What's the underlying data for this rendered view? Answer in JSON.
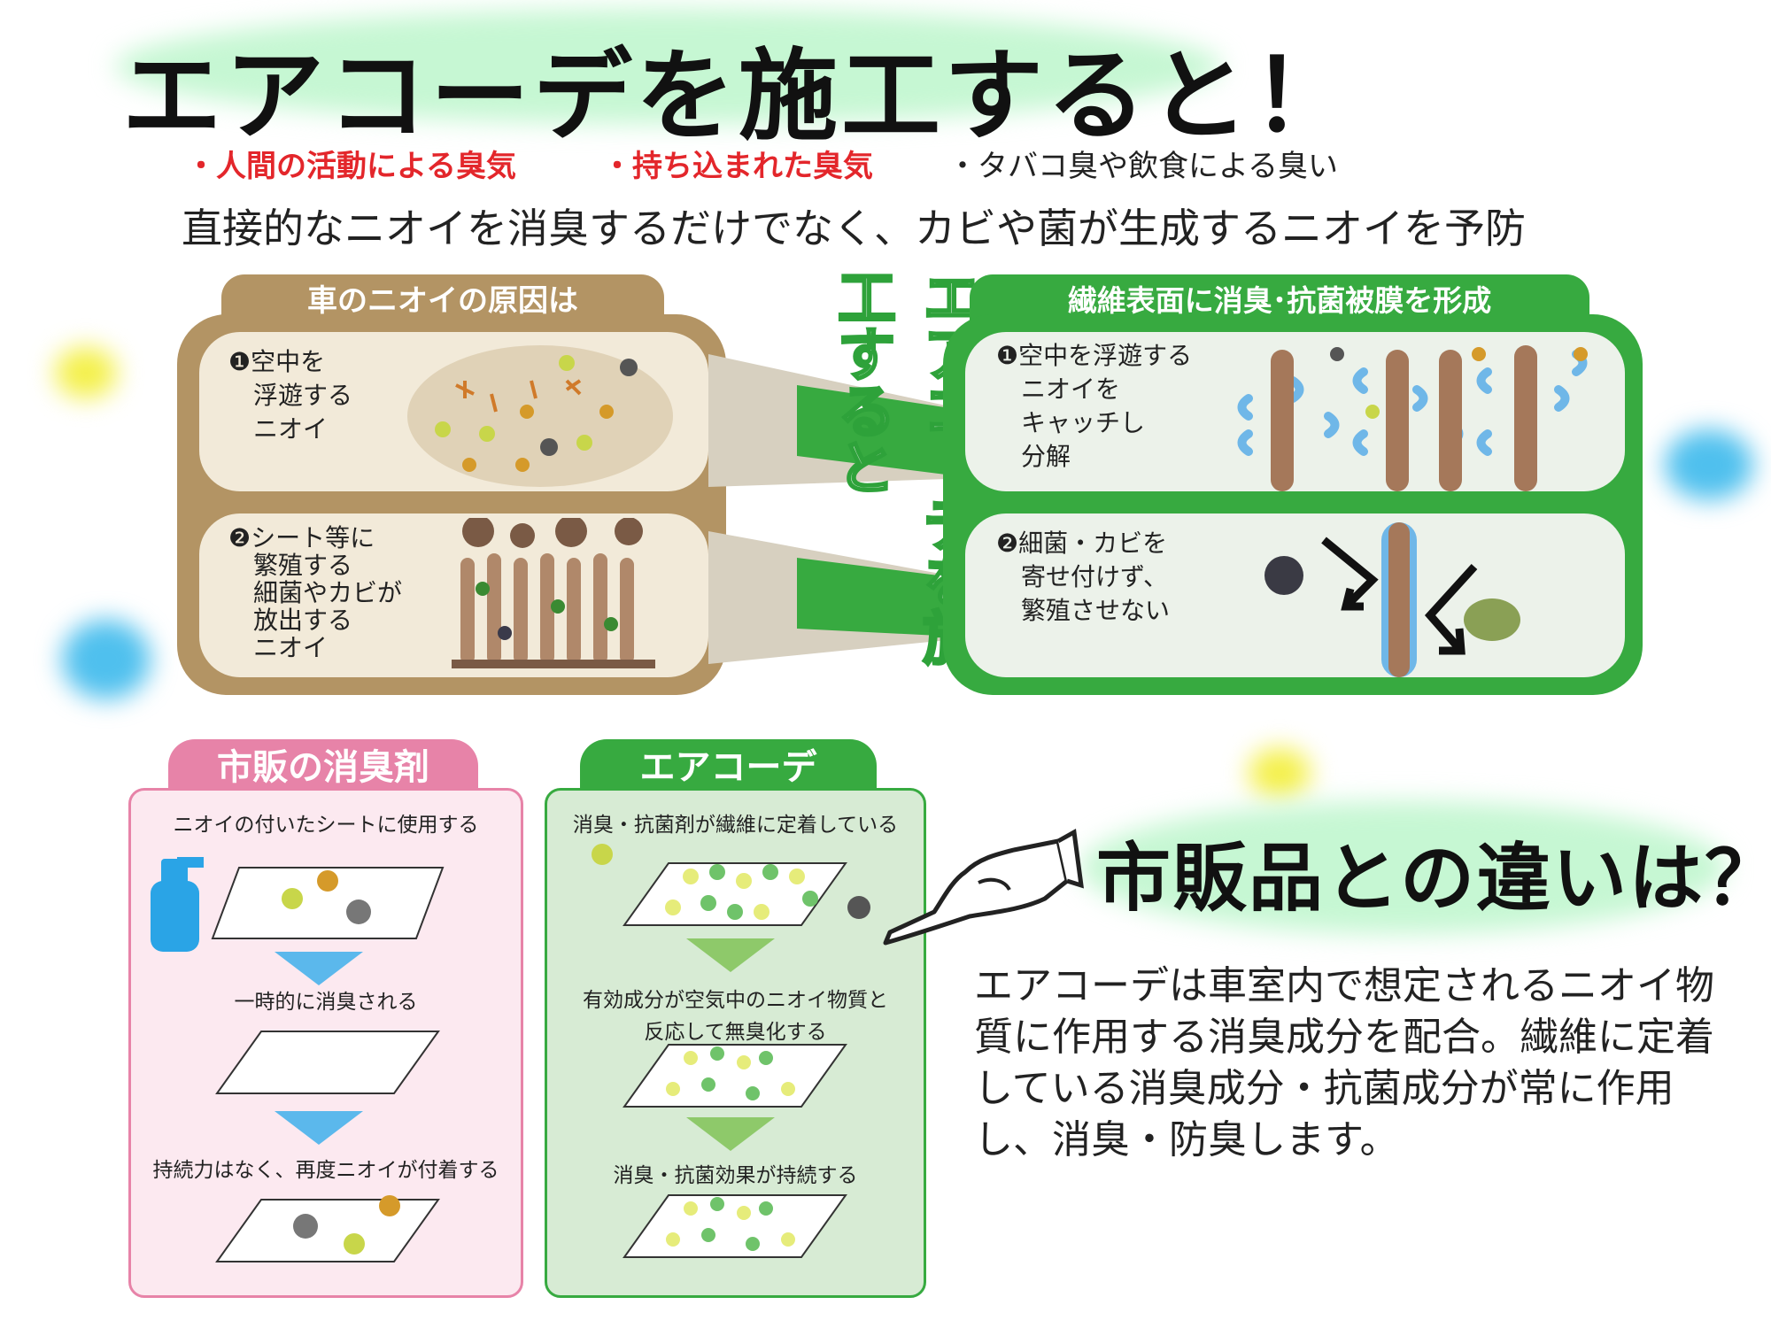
{
  "header": {
    "title": "エアコーデを施工すると！",
    "bullet_1": "・人間の活動による臭気",
    "bullet_2": "・持ち込まれた臭気",
    "bullet_3": "・タバコ臭や飲食による臭い",
    "subtitle": "直接的なニオイを消臭するだけでなく、カビや菌が生成するニオイを予防"
  },
  "cause_panel": {
    "tab": "車のニオイの原因は",
    "item_1": "❶空中を\n　浮遊する\n　ニオイ",
    "item_2": "❷シート等に\n　繁殖する\n　細菌やカビが\n　放出する\n　ニオイ"
  },
  "center_vertical": "エアコーデを施工すると",
  "effect_panel": {
    "tab": "繊維表面に消臭･抗菌被膜を形成",
    "item_1": "❶空中を浮遊する\n　ニオイを\n　キャッチし\n　分解",
    "item_2": "❷細菌・カビを\n　寄せ付けず、\n　繁殖させない"
  },
  "commercial_card": {
    "tab": "市販の消臭剤",
    "step_1": "ニオイの付いたシートに使用する",
    "step_2": "一時的に消臭される",
    "step_3": "持続力はなく、再度ニオイが付着する"
  },
  "aircorde_card": {
    "tab": "エアコーデ",
    "step_1": "消臭・抗菌剤が繊維に定着している",
    "step_2a": "有効成分が空気中のニオイ物質と",
    "step_2b": "反応して無臭化する",
    "step_3": "消臭・抗菌効果が持続する"
  },
  "difference": {
    "heading": "市販品との違いは？",
    "body": "エアコーデは車室内で想定されるニオイ物質に作用する消臭成分を配合。繊維に定着している消臭成分・抗菌成分が常に作用し、消臭・防臭します。"
  },
  "colors": {
    "red": "#e3262b",
    "brown": "#b39464",
    "green": "#37aa40",
    "pink": "#e783a8"
  }
}
